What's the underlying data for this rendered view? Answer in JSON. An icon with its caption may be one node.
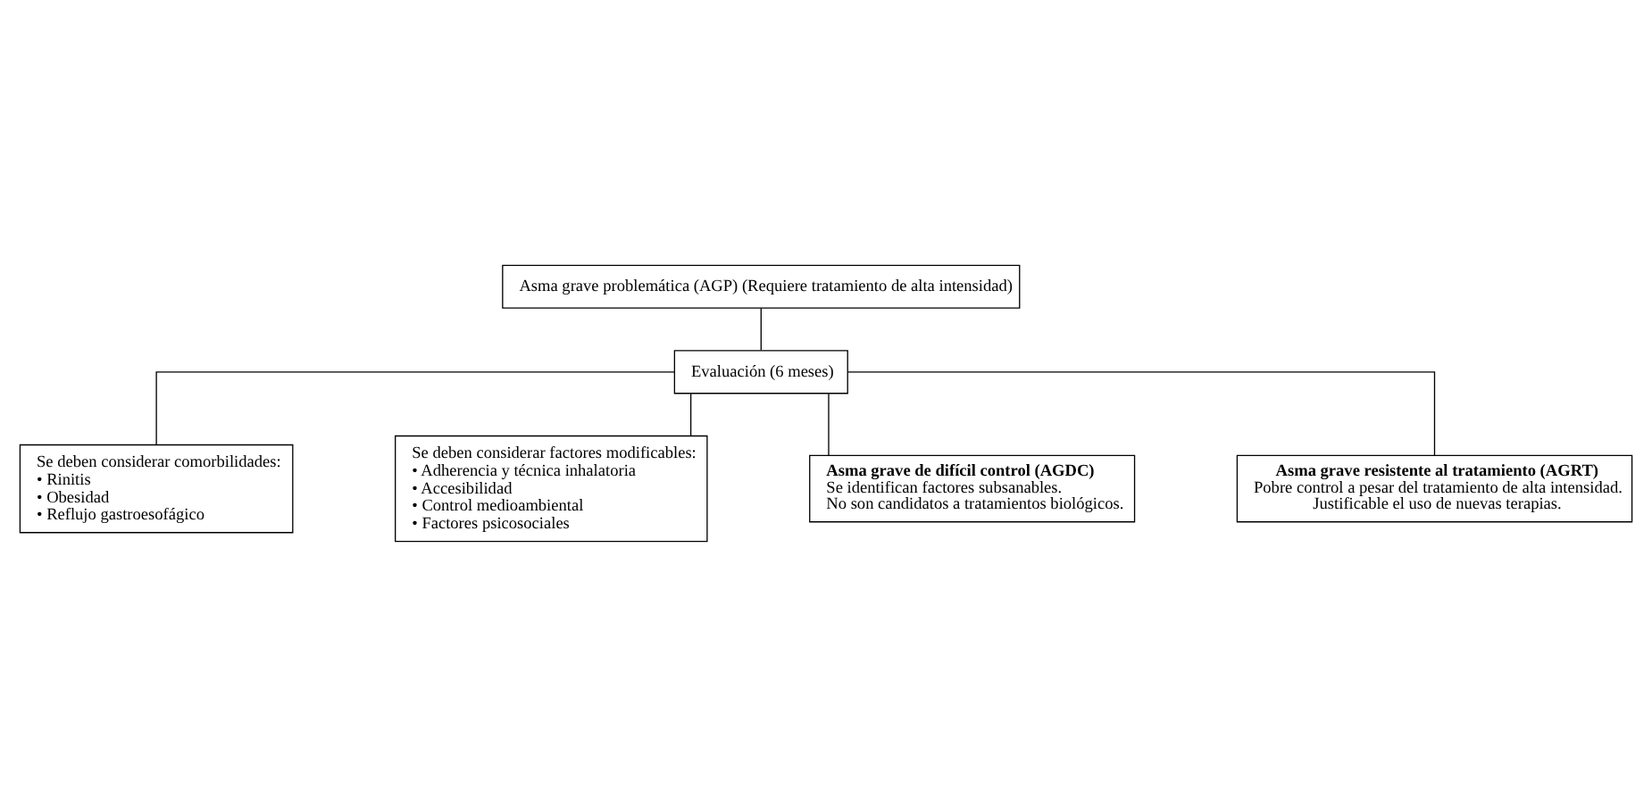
{
  "diagram": {
    "nodes": [
      {
        "text": [
          "Asma grave problemática (AGP) (Requiere tratamiento de alta intensidad)"
        ]
      },
      {
        "text": [
          "Evaluación (6 meses)"
        ]
      },
      {
        "text": [
          "Se deben considerar comorbilidades:",
          "• Rinitis",
          "• Obesidad",
          "• Reflujo gastroesofágico"
        ]
      },
      {
        "text": [
          "Se deben considerar factores modificables:",
          "• Adherencia y técnica inhalatoria",
          "• Accesibilidad",
          "• Control medioambiental",
          "• Factores psicosociales"
        ]
      },
      {
        "text": [
          "Asma grave de difícil control (AGDC)",
          "Se identifican factores subsanables.",
          "No son candidatos a tratamientos biológicos."
        ]
      },
      {
        "text": [
          "Asma grave resistente al tratamiento (AGRT)",
          "Pobre control a pesar del tratamiento de alta intensidad.",
          "Justificable el uso de nuevas terapias."
        ]
      }
    ],
    "edges": [
      {
        "from": 0,
        "to": 1,
        "arrow": "none"
      },
      {
        "from": 1,
        "to": 2,
        "arrow": "none"
      },
      {
        "from": 1,
        "to": 3,
        "arrow": "none"
      },
      {
        "from": 1,
        "to": 4,
        "arrow": "none"
      },
      {
        "from": 1,
        "to": 5,
        "arrow": "none"
      }
    ]
  }
}
